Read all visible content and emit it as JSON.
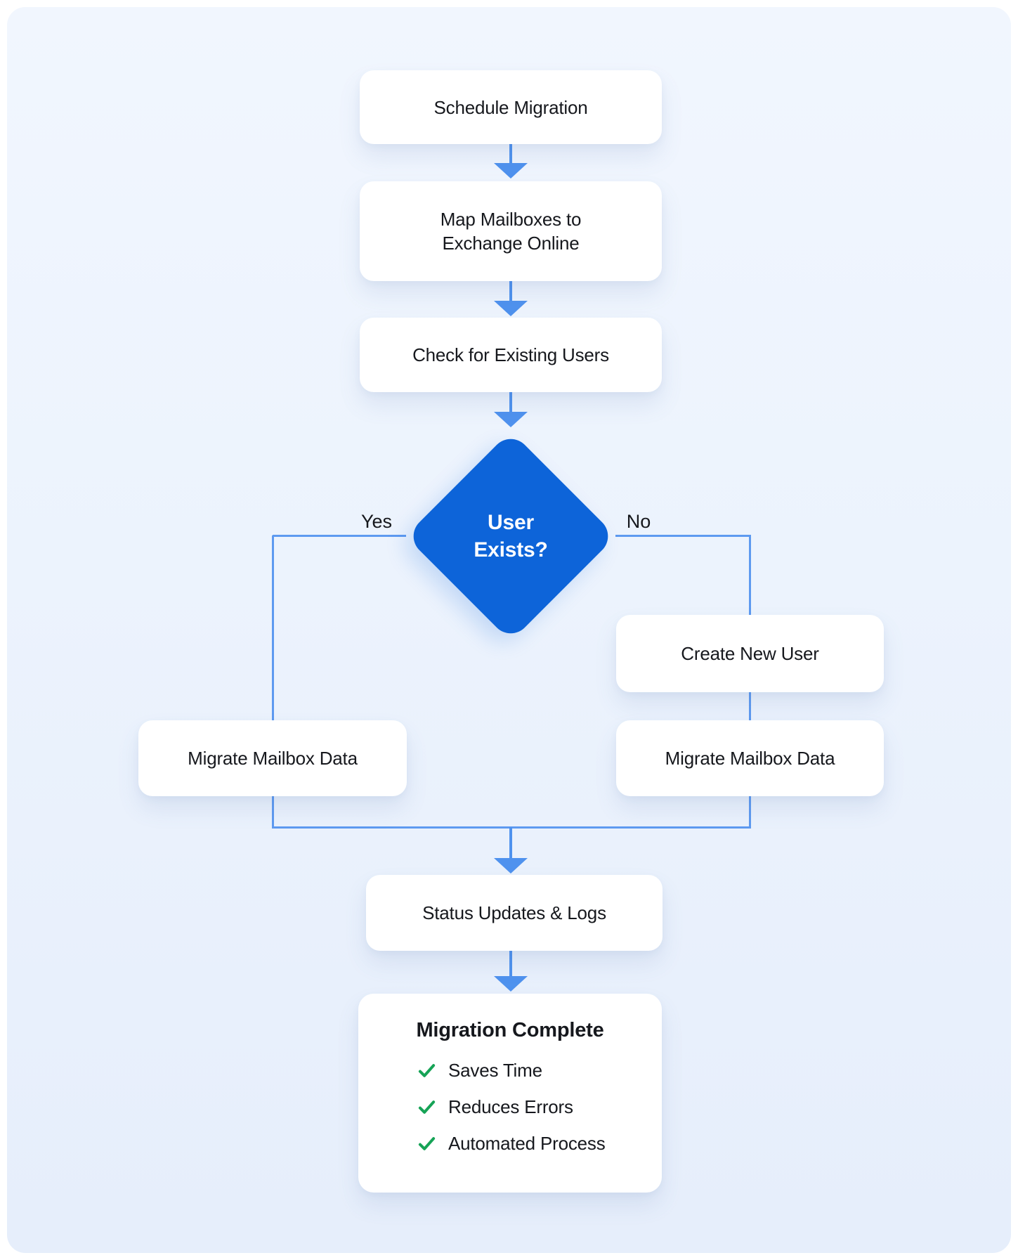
{
  "flowchart": {
    "nodes": {
      "schedule": {
        "label": "Schedule Migration"
      },
      "map": {
        "label": "Map Mailboxes to Exchange Online"
      },
      "check": {
        "label": "Check for Existing Users"
      },
      "decision": {
        "label": "User Exists?"
      },
      "create": {
        "label": "Create New User"
      },
      "migrate_yes": {
        "label": "Migrate Mailbox Data"
      },
      "migrate_no": {
        "label": "Migrate Mailbox Data"
      },
      "status": {
        "label": "Status Updates & Logs"
      },
      "complete": {
        "title": "Migration Complete",
        "items": [
          {
            "label": "Saves Time"
          },
          {
            "label": "Reduces Errors"
          },
          {
            "label": "Automated Process"
          }
        ]
      }
    },
    "branch_labels": {
      "yes": "Yes",
      "no": "No"
    },
    "colors": {
      "decision_fill": "#0d64d9",
      "connector": "#5e9af0",
      "arrow": "#4f92ee",
      "check_green": "#16a356",
      "node_fill": "#ffffff",
      "text": "#16181d",
      "background_top": "#f1f6fe",
      "background_bottom": "#e6eefb"
    }
  }
}
